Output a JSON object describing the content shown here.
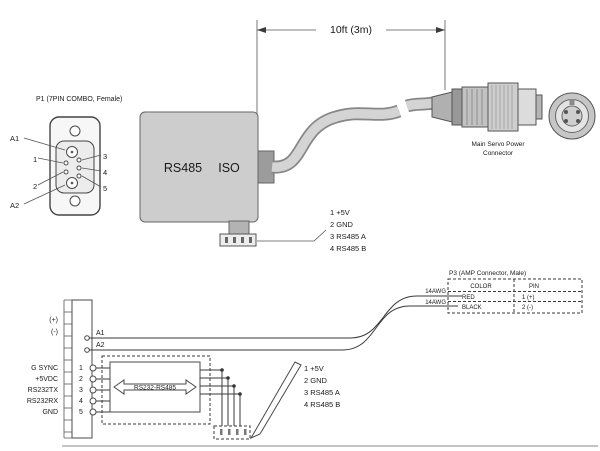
{
  "top": {
    "dimension_label": "10ft (3m)",
    "p1": {
      "title": "P1 (7PIN COMBO, Female)",
      "pins": [
        "A1",
        "1",
        "2",
        "A2",
        "3",
        "4",
        "5"
      ]
    },
    "adapter": {
      "name_left": "RS485",
      "name_right": "ISO"
    },
    "iso_pinout": [
      "1 +5V",
      "2 GND",
      "3 RS485 A",
      "4 RS485 B"
    ],
    "servo_label": {
      "line1": "Main Servo Power",
      "line2": "Connector"
    }
  },
  "bottom": {
    "terminal": {
      "plus": "(+)",
      "minus": "(-)",
      "a1": "A1",
      "a2": "A2",
      "signals": [
        "G SYNC",
        "+5VDC",
        "RS232TX",
        "RS232RX",
        "GND"
      ],
      "pins": [
        "1",
        "2",
        "3",
        "4",
        "5"
      ]
    },
    "converter_label": "RS232-RS485",
    "signal_pinout": [
      "1 +5V",
      "2 GND",
      "3 RS485 A",
      "4 RS485 B"
    ],
    "p3": {
      "title": "P3 (AMP Connector, Male)",
      "headers": [
        "COLOR",
        "PIN"
      ],
      "rows": [
        {
          "color": "RED",
          "pin": "1 (+)"
        },
        {
          "color": "BLACK",
          "pin": "2 (-)"
        }
      ],
      "awg": [
        "14AWG",
        "14AWG"
      ]
    }
  },
  "colors": {
    "adapter_fill": "#cdcdcd",
    "cable_core": "#d4d4d4",
    "cable_edge": "#878787",
    "line": "#3a3a3a"
  }
}
